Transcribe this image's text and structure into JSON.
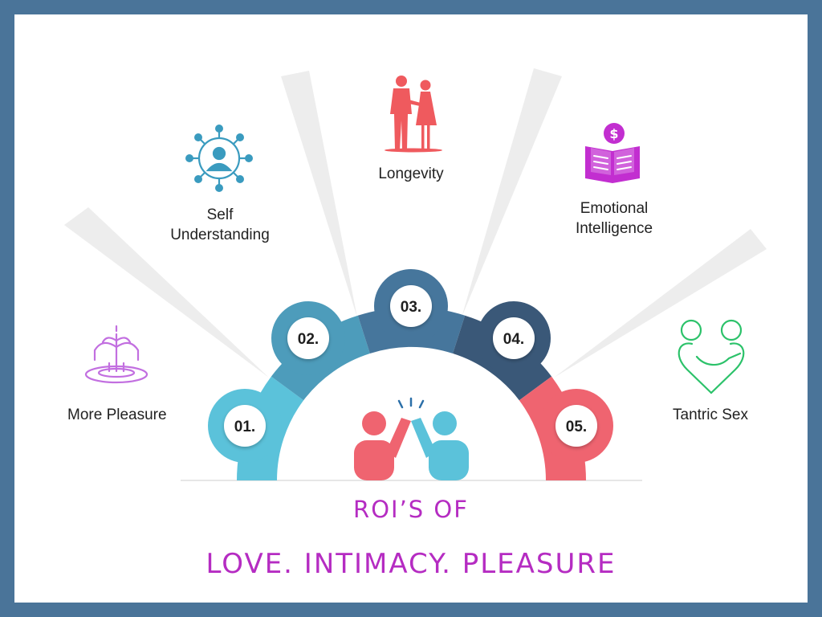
{
  "segments": [
    {
      "number": "01.",
      "label": "More Pleasure",
      "color": "#5bc2da",
      "icon": "fountain-icon",
      "icon_color": "#c26fe0"
    },
    {
      "number": "02.",
      "label_line1": "Self",
      "label_line2": "Understanding",
      "color": "#4d9cbb",
      "icon": "network-person-icon",
      "icon_color": "#3a9bbf"
    },
    {
      "number": "03.",
      "label": "Longevity",
      "color": "#46769c",
      "icon": "couple-silhouette-icon",
      "icon_color": "#ef5a5e"
    },
    {
      "number": "04.",
      "label_line1": "Emotional",
      "label_line2": "Intelligence",
      "color": "#3a5878",
      "icon": "book-dollar-icon",
      "icon_color": "#c22ed0"
    },
    {
      "number": "05.",
      "label": "Tantric Sex",
      "color": "#ef6470",
      "icon": "hug-heart-icon",
      "icon_color": "#2cc26a"
    }
  ],
  "center_icon": "high-five-icon",
  "title_line1": "ROI’S OF",
  "title_line2": "LOVE. INTIMACY. PLEASURE",
  "colors": {
    "frame": "#4a7499",
    "title": "#b52cc2"
  }
}
